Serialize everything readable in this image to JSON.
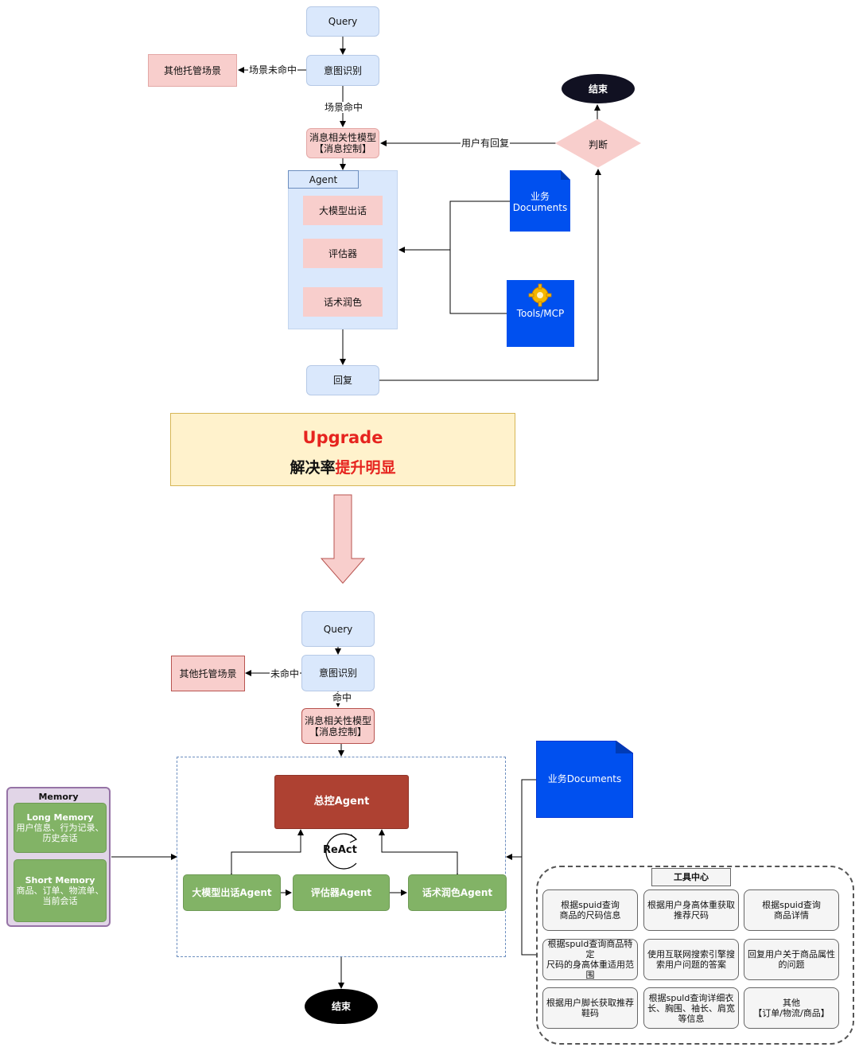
{
  "top": {
    "query": "Query",
    "intent": "意图识别",
    "other_scene": "其他托管场景",
    "edge_scene_miss": "场景未命中",
    "edge_scene_hit": "场景命中",
    "relevance_l1": "消息相关性模型",
    "relevance_l2": "【消息控制】",
    "end": "结束",
    "judge": "判断",
    "edge_user_reply": "用户有回复",
    "agent_title": "Agent",
    "llm": "大模型出话",
    "evaluator": "评估器",
    "polish": "话术润色",
    "docs_l1": "业务",
    "docs_l2": "Documents",
    "tools": "Tools/MCP",
    "reply": "回复"
  },
  "upgrade": {
    "title": "Upgrade",
    "subtitle_black": "解决率",
    "subtitle_red": "提升明显"
  },
  "bottom": {
    "query": "Query",
    "intent": "意图识别",
    "other_scene": "其他托管场景",
    "edge_miss": "未命中",
    "edge_hit": "命中",
    "relevance_l1": "消息相关性模型",
    "relevance_l2": "【消息控制】",
    "master_agent": "总控Agent",
    "react": "ReAct",
    "llm_agent": "大模型出话Agent",
    "eval_agent": "评估器Agent",
    "polish_agent": "话术润色Agent",
    "docs": "业务Documents",
    "end": "结束",
    "memory": {
      "title": "Memory",
      "long_title": "Long Memory",
      "long_l1": "用户信息、行为记录、",
      "long_l2": "历史会话",
      "short_title": "Short Memory",
      "short_l1": "商品、订单、物流单、",
      "short_l2": "当前会话"
    },
    "tool_center": {
      "title": "工具中心",
      "tools": [
        [
          "根据spuid查询",
          "商品的尺码信息"
        ],
        [
          "根据用户身高体重获取",
          "推荐尺码"
        ],
        [
          "根据spuid查询",
          "商品详情"
        ],
        [
          "根据spuld查询商品特定",
          "尺码的身高体重适用范",
          "围"
        ],
        [
          "使用互联网搜索引擎搜",
          "索用户问题的答案"
        ],
        [
          "回复用户关于商品属性",
          "的问题"
        ],
        [
          "根据用户脚长获取推荐",
          "鞋码"
        ],
        [
          "根据spuld查询详细衣",
          "长、胸围、袖长、肩宽",
          "等信息"
        ],
        [
          "其他",
          "【订单/物流/商品】"
        ]
      ]
    }
  },
  "colors": {
    "node_blue": "#dae8fc",
    "node_pink": "#f8cecc",
    "node_green": "#82b366",
    "master_red": "#ae4132",
    "doc_blue": "#0050ef",
    "upgrade_bg": "#fff2cc",
    "upgrade_red": "#e6241f",
    "memory_bg": "#e1d5e7",
    "end_black": "#111122"
  }
}
